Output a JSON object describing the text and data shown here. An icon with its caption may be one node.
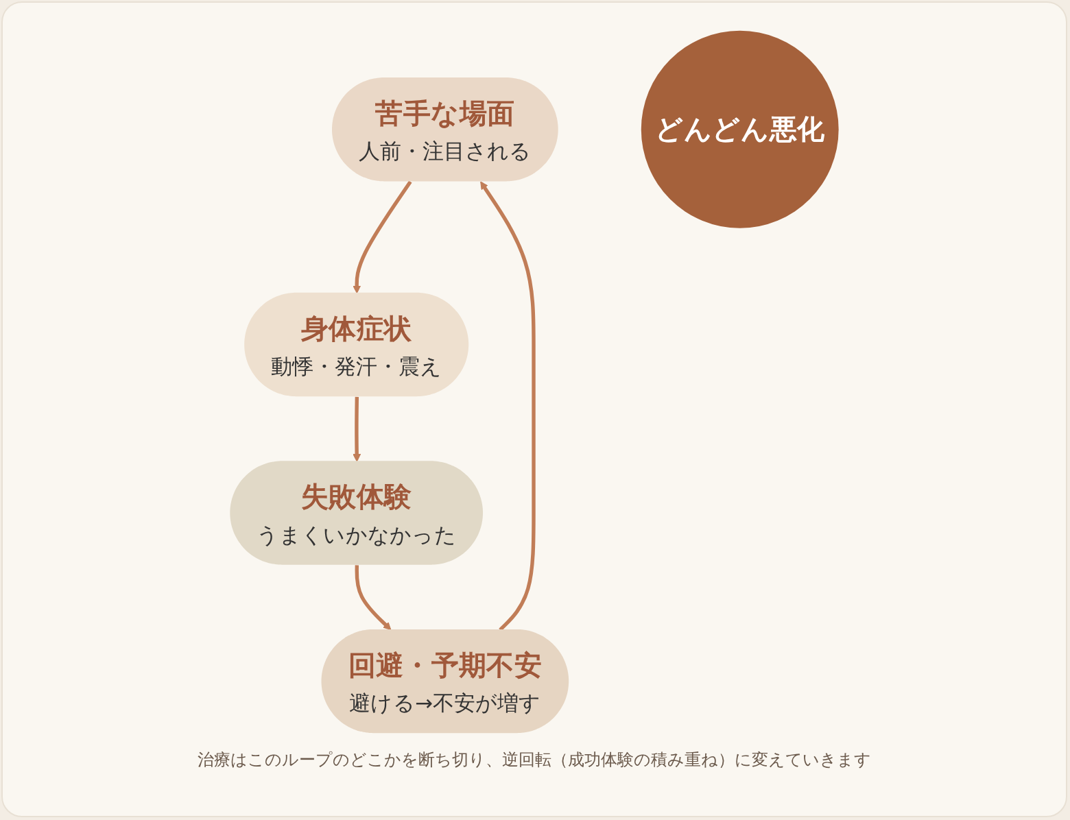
{
  "diagram": {
    "nodes": [
      {
        "text": [
          "苦手な場面",
          "人前・注目される"
        ]
      },
      {
        "text": [
          "回避・予期不安",
          "避ける→不安が増す"
        ]
      },
      {
        "text": [
          "どんどん悪化"
        ]
      },
      {
        "text": [
          "身体症状",
          "動悸・発汗・震え"
        ]
      },
      {
        "text": [
          "失敗体験",
          "うまくいかなかった"
        ]
      }
    ],
    "edges": [
      {
        "from": 0,
        "to": 3,
        "arrow": "to"
      },
      {
        "from": 3,
        "to": 4,
        "arrow": "to"
      },
      {
        "from": 4,
        "to": 1,
        "arrow": "to"
      },
      {
        "from": 1,
        "to": 0,
        "arrow": "to"
      }
    ],
    "caption": "治療はこのループのどこかを断ち切り、逆回転（成功体験の積み重ね）に変えていきます"
  }
}
